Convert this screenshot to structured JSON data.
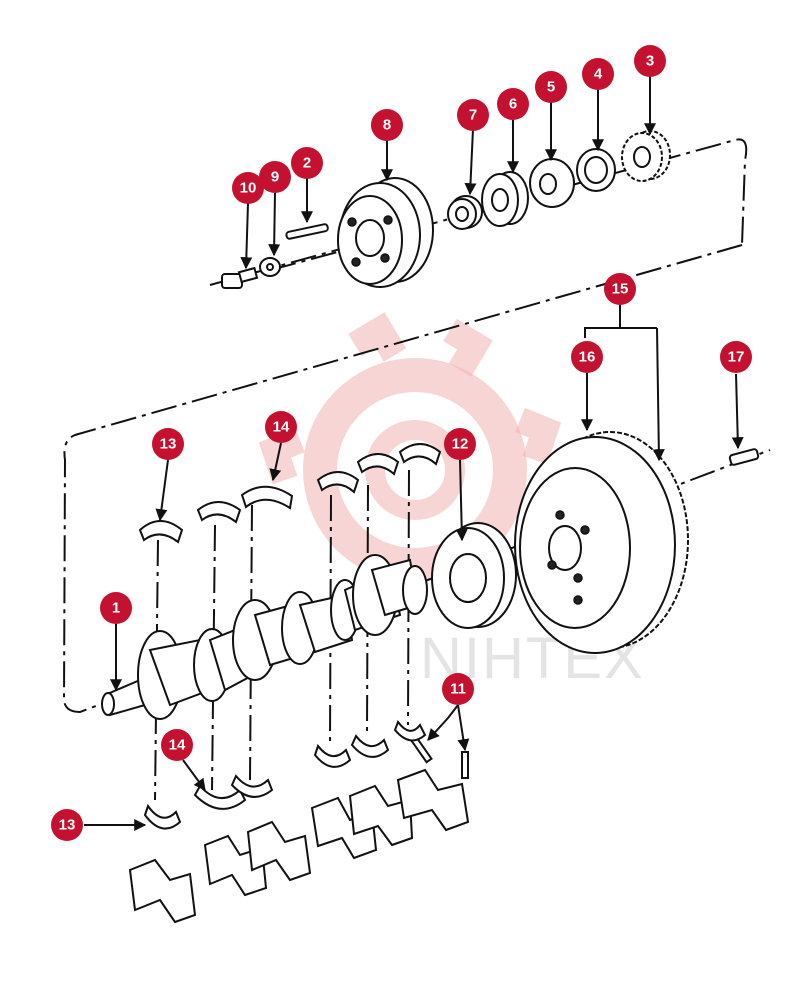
{
  "diagram": {
    "watermark_text": "NIHTEX",
    "accent_color": "#c4112f",
    "callouts": [
      "1",
      "2",
      "3",
      "4",
      "5",
      "6",
      "7",
      "8",
      "9",
      "10",
      "11",
      "12",
      "13",
      "13",
      "14",
      "14",
      "15",
      "16",
      "17"
    ]
  }
}
